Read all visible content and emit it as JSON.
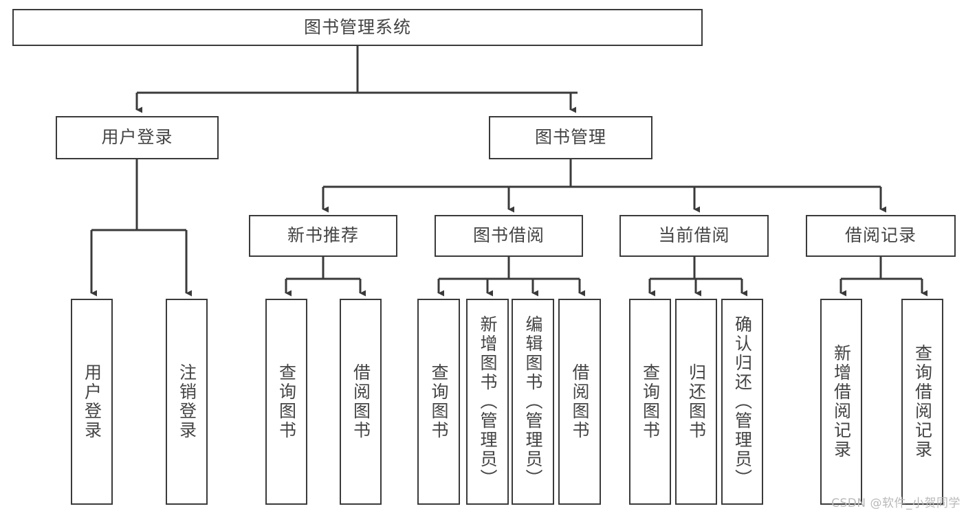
{
  "diagram": {
    "title": "图书管理系统",
    "type": "tree-hierarchy",
    "root": {
      "label": "图书管理系统"
    },
    "level2": [
      {
        "label": "用户登录"
      },
      {
        "label": "图书管理"
      }
    ],
    "level3": [
      {
        "label": "新书推荐"
      },
      {
        "label": "图书借阅"
      },
      {
        "label": "当前借阅"
      },
      {
        "label": "借阅记录"
      }
    ],
    "leaves": {
      "user_login": [
        {
          "label": "用户登录"
        },
        {
          "label": "注销登录"
        }
      ],
      "new_book_recommend": [
        {
          "label": "查询图书"
        },
        {
          "label": "借阅图书"
        }
      ],
      "book_borrow": [
        {
          "label": "查询图书"
        },
        {
          "label": "新增图书（管理员）"
        },
        {
          "label": "编辑图书（管理员）"
        },
        {
          "label": "借阅图书"
        }
      ],
      "current_borrow": [
        {
          "label": "查询图书"
        },
        {
          "label": "归还图书"
        },
        {
          "label": "确认归还（管理员）"
        }
      ],
      "borrow_record": [
        {
          "label": "新增借阅记录"
        },
        {
          "label": "查询借阅记录"
        }
      ]
    }
  },
  "watermark": {
    "text": "CSDN @软件_小贺同学"
  },
  "colors": {
    "stroke": "#3a3a3a",
    "fill": "#ffffff",
    "text": "#444444",
    "watermark": "#b9b9b9"
  }
}
